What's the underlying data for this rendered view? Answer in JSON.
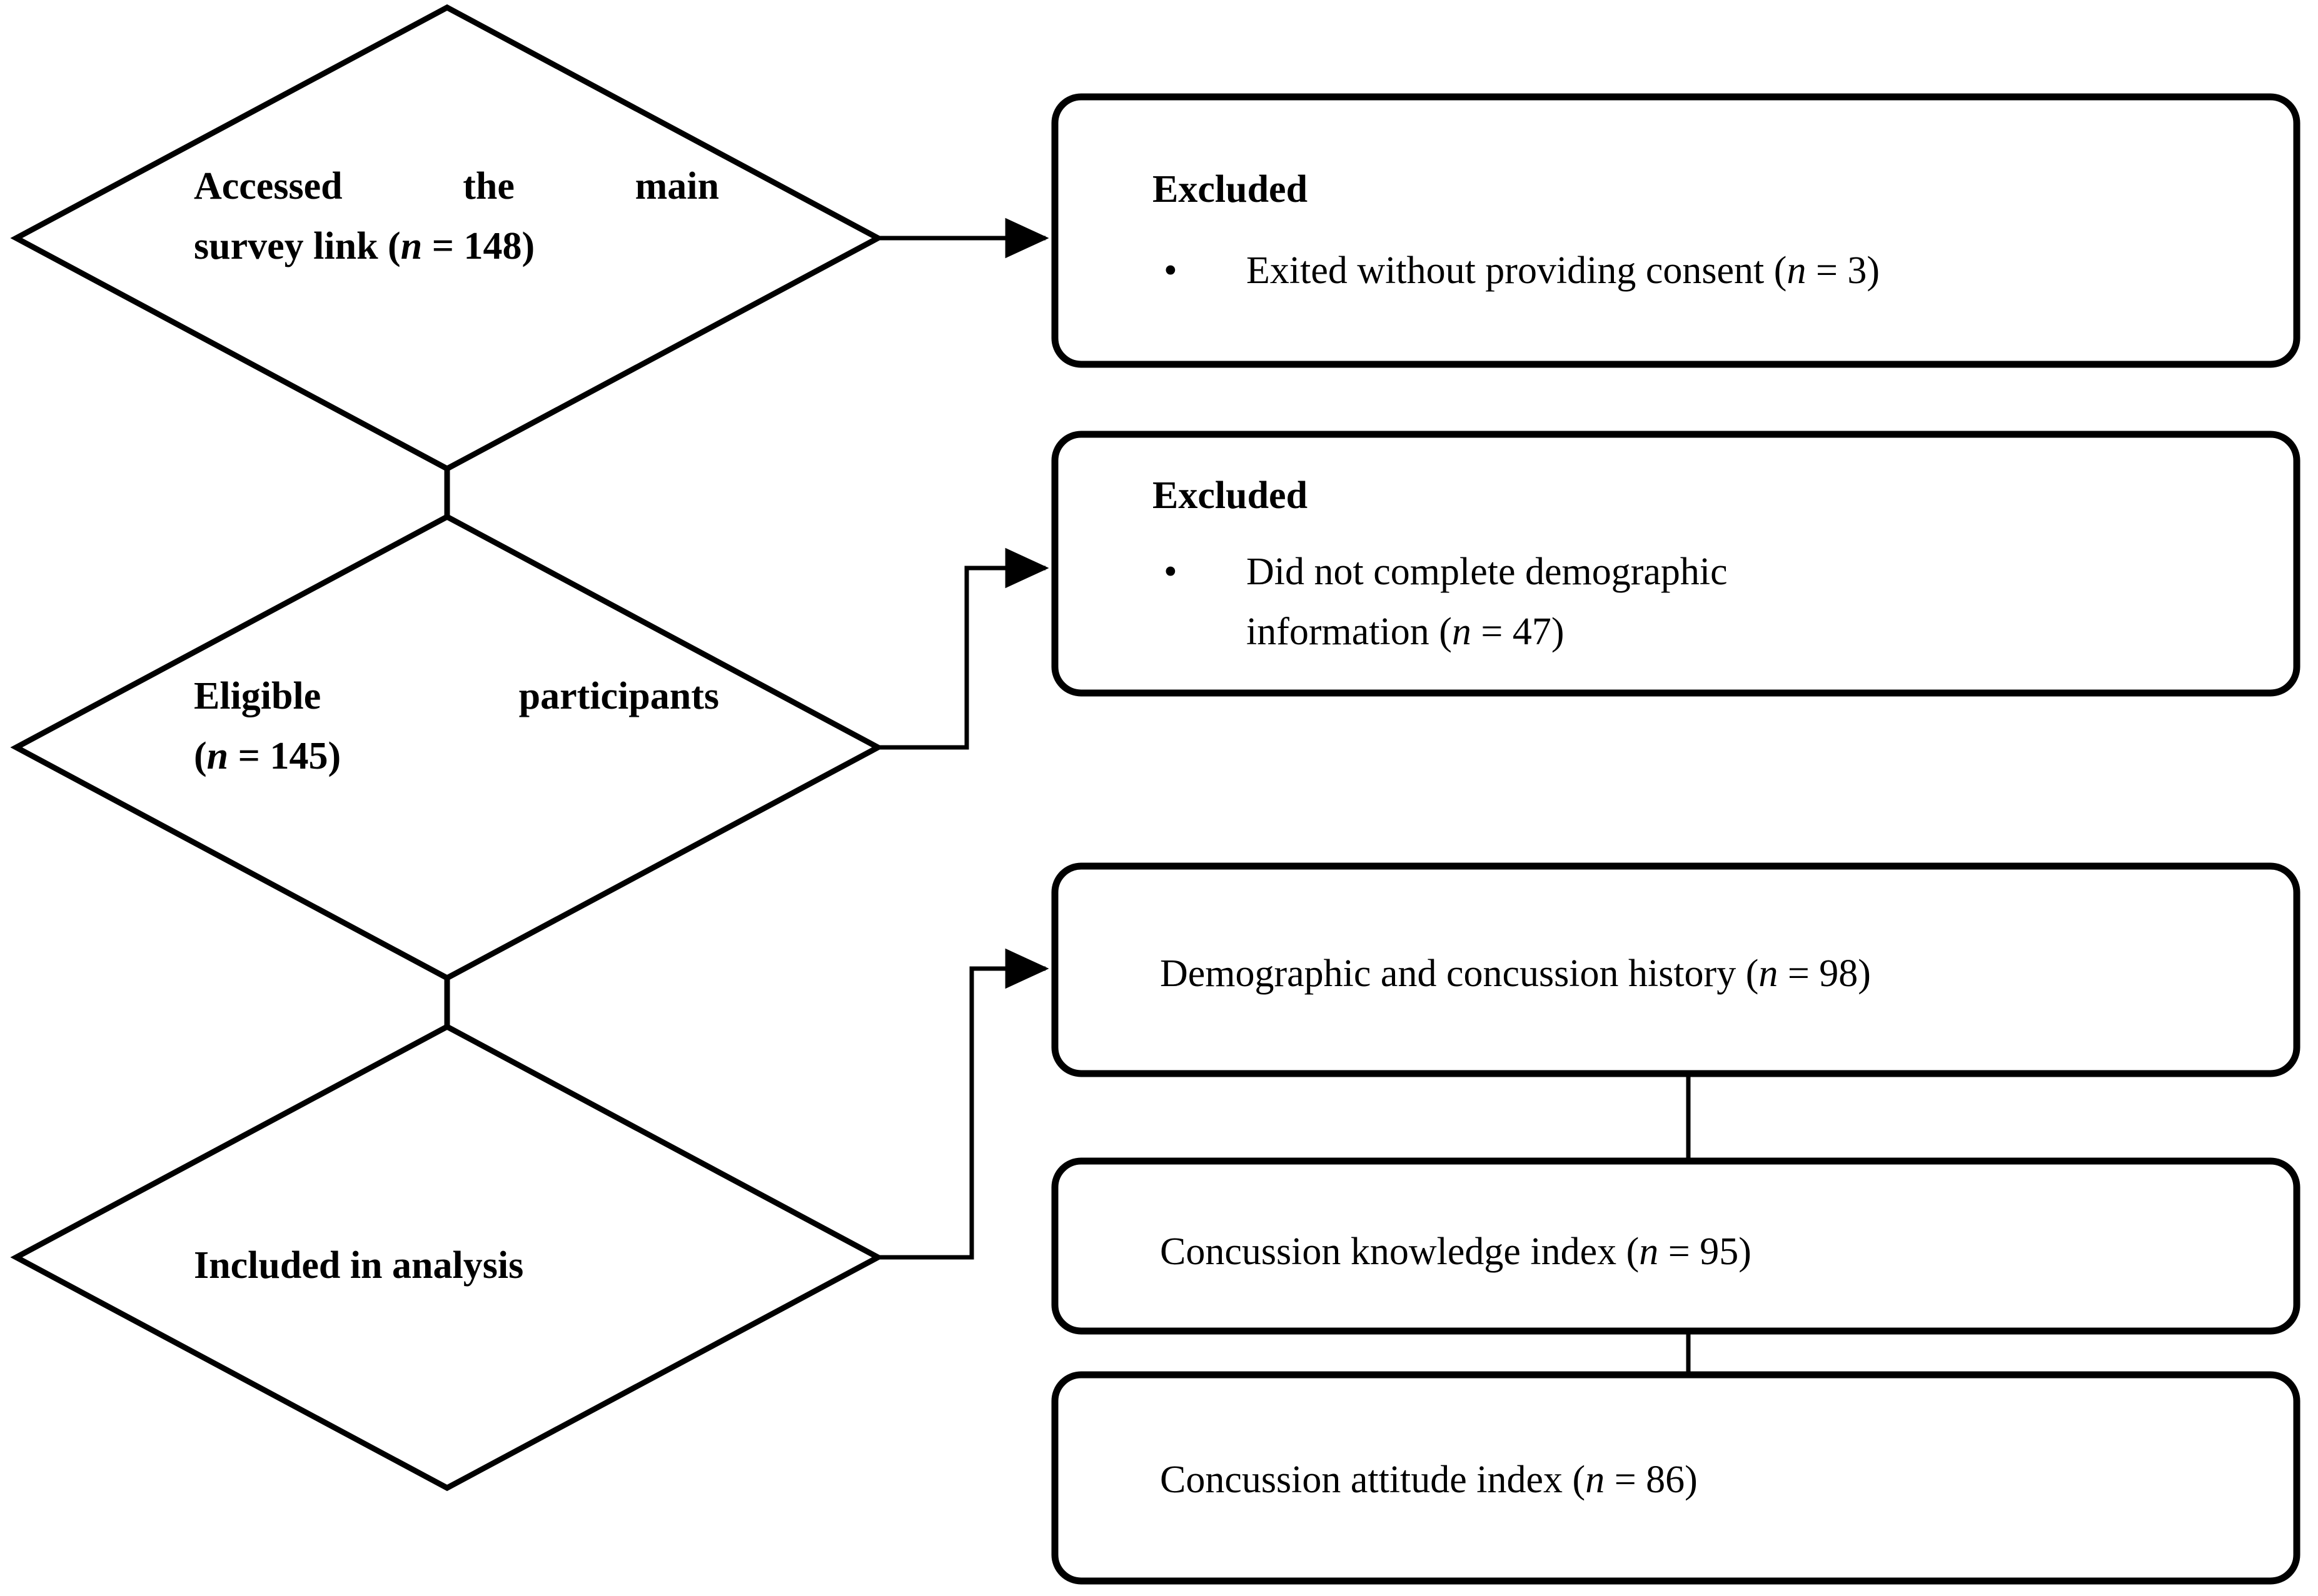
{
  "figure": {
    "type": "flowchart",
    "description": "Participant flow diagram for a concussion knowledge and attitude survey"
  },
  "nodes": {
    "diamond1": {
      "name": "accessed-main-survey-link",
      "shape": "diamond",
      "line1": "Accessed the main",
      "line2_prefix": "survey link (",
      "line2_var": "n",
      "line2_suffix": " = 148)",
      "n_label": "n",
      "n_value": "148"
    },
    "diamond2": {
      "name": "eligible-participants",
      "shape": "diamond",
      "line1": "Eligible participants",
      "line2_prefix": "(",
      "line2_var": "n",
      "line2_suffix": " = 145)",
      "n_label": "n",
      "n_value": "145"
    },
    "diamond3": {
      "name": "included-in-analysis",
      "shape": "diamond",
      "line1": "Included in analysis",
      "n_value": ""
    },
    "excluded1": {
      "name": "excluded-no-consent",
      "shape": "rounded-rectangle",
      "title": "Excluded",
      "bullet_marker": "•",
      "bullet_prefix": "Exited without providing consent (",
      "bullet_var": "n",
      "bullet_suffix": " = 3)",
      "n_value": "3"
    },
    "excluded2": {
      "name": "excluded-no-demographics",
      "shape": "rounded-rectangle",
      "title": "Excluded",
      "bullet_marker": "•",
      "bullet_line1": "Did not complete demographic",
      "bullet_line2_prefix": "information (",
      "bullet_var": "n",
      "bullet_line2_suffix": " = 47)",
      "n_value": "47"
    },
    "outcome1": {
      "name": "demographic-and-concussion-history",
      "shape": "rounded-rectangle",
      "prefix": "Demographic and concussion history (",
      "var": "n",
      "suffix": " = 98)",
      "n_value": "98"
    },
    "outcome2": {
      "name": "concussion-knowledge-index",
      "shape": "rounded-rectangle",
      "prefix": "Concussion knowledge index (",
      "var": "n",
      "suffix": " = 95)",
      "n_value": "95"
    },
    "outcome3": {
      "name": "concussion-attitude-index",
      "shape": "rounded-rectangle",
      "prefix": "Concussion attitude index (",
      "var": "n",
      "suffix": " = 86)",
      "n_value": "86"
    }
  },
  "edges": [
    {
      "from": "diamond1",
      "to": "excluded1",
      "arrow": true
    },
    {
      "from": "diamond1",
      "to": "diamond2",
      "arrow": false
    },
    {
      "from": "diamond2",
      "to": "excluded2",
      "arrow": true
    },
    {
      "from": "diamond2",
      "to": "diamond3",
      "arrow": false
    },
    {
      "from": "diamond3",
      "to": "outcome1",
      "arrow": true
    },
    {
      "from": "outcome1",
      "to": "outcome2",
      "arrow": false
    },
    {
      "from": "outcome2",
      "to": "outcome3",
      "arrow": false
    }
  ],
  "style": {
    "stroke_color": "#000000",
    "fill_color": "#ffffff",
    "text_color": "#000000",
    "diamond_stroke_width": "9",
    "box_stroke_width": "11",
    "connector_stroke_width": "7"
  }
}
